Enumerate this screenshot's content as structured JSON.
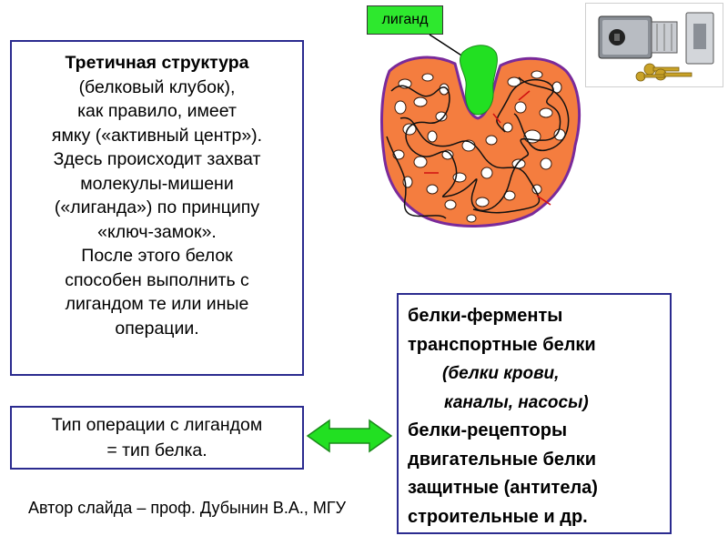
{
  "main_text": {
    "title": "Третичная структура",
    "lines": [
      "(белковый клубок),",
      "как правило, имеет",
      "ямку («активный центр»).",
      "Здесь происходит захват",
      "молекулы-мишени",
      "(«лиганда») по принципу",
      "«ключ-замок».",
      "После этого белок",
      "способен выполнить с",
      "лигандом те или иные",
      "операции."
    ]
  },
  "type_box": {
    "lines": [
      "Тип операции с лигандом",
      "= тип белка."
    ]
  },
  "protein_list": {
    "items": [
      "белки-ферменты",
      "транспортные белки",
      "(белки крови,",
      "каналы, насосы)",
      "белки-рецепторы",
      "двигательные белки",
      "защитные (антитела)",
      "строительные и др."
    ]
  },
  "ligand_label": "лиганд",
  "footer": "Автор слайда – проф. Дубынин В.А., МГУ",
  "colors": {
    "box_border": "#2b2b8f",
    "protein_fill": "#f47d3f",
    "ligand_green": "#22e022",
    "arrow_green": "#22e022"
  }
}
